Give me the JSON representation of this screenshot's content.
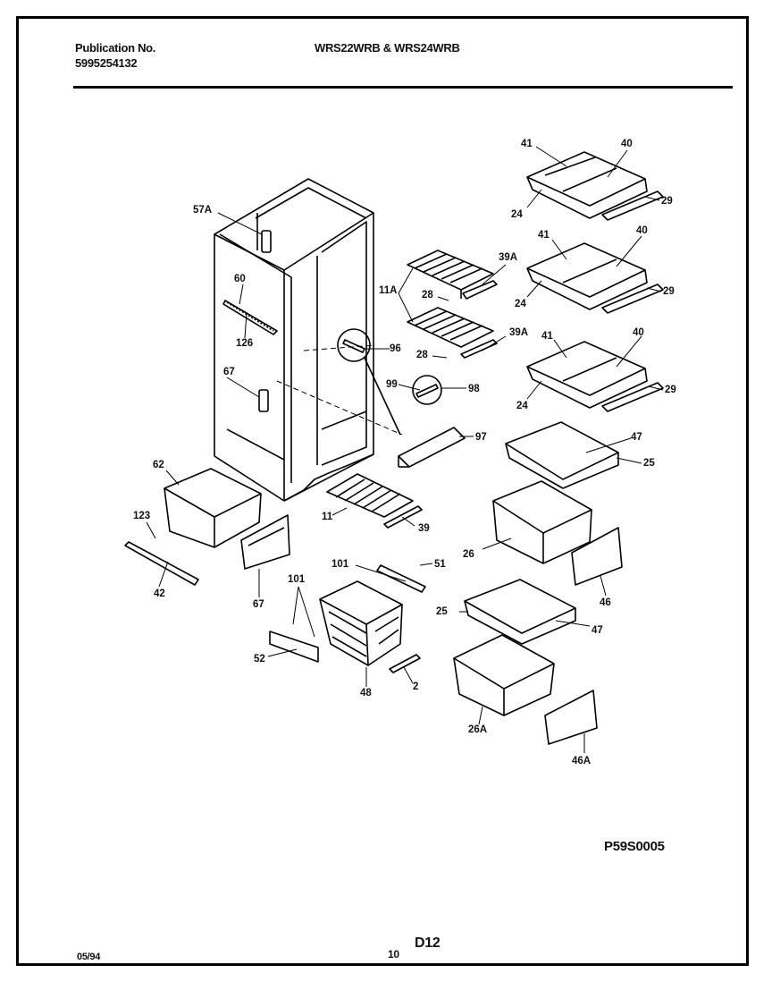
{
  "header": {
    "publication_label": "Publication No.",
    "publication_number": "5995254132",
    "model_title": "WRS22WRB & WRS24WRB"
  },
  "footer": {
    "date": "05/94",
    "page_number": "10",
    "section_code": "D12",
    "diagram_code": "P59S0005"
  },
  "part_labels": {
    "p57A": "57A",
    "p60": "60",
    "p126": "126",
    "p67a": "67",
    "p62": "62",
    "p123": "123",
    "p42": "42",
    "p67b": "67",
    "p11A": "11A",
    "p28a": "28",
    "p28b": "28",
    "p39Aa": "39A",
    "p39Ab": "39A",
    "p96": "96",
    "p99": "99",
    "p98": "98",
    "p97": "97",
    "p11": "11",
    "p39": "39",
    "p101a": "101",
    "p101b": "101",
    "p51": "51",
    "p52": "52",
    "p48": "48",
    "p2": "2",
    "p41a": "41",
    "p40a": "40",
    "p24a": "24",
    "p29a": "29",
    "p41b": "41",
    "p40b": "40",
    "p24b": "24",
    "p29b": "29",
    "p41c": "41",
    "p40c": "40",
    "p24c": "24",
    "p29c": "29",
    "p47a": "47",
    "p25a": "25",
    "p26": "26",
    "p46": "46",
    "p25b": "25",
    "p47b": "47",
    "p26A": "26A",
    "p46A": "46A"
  }
}
